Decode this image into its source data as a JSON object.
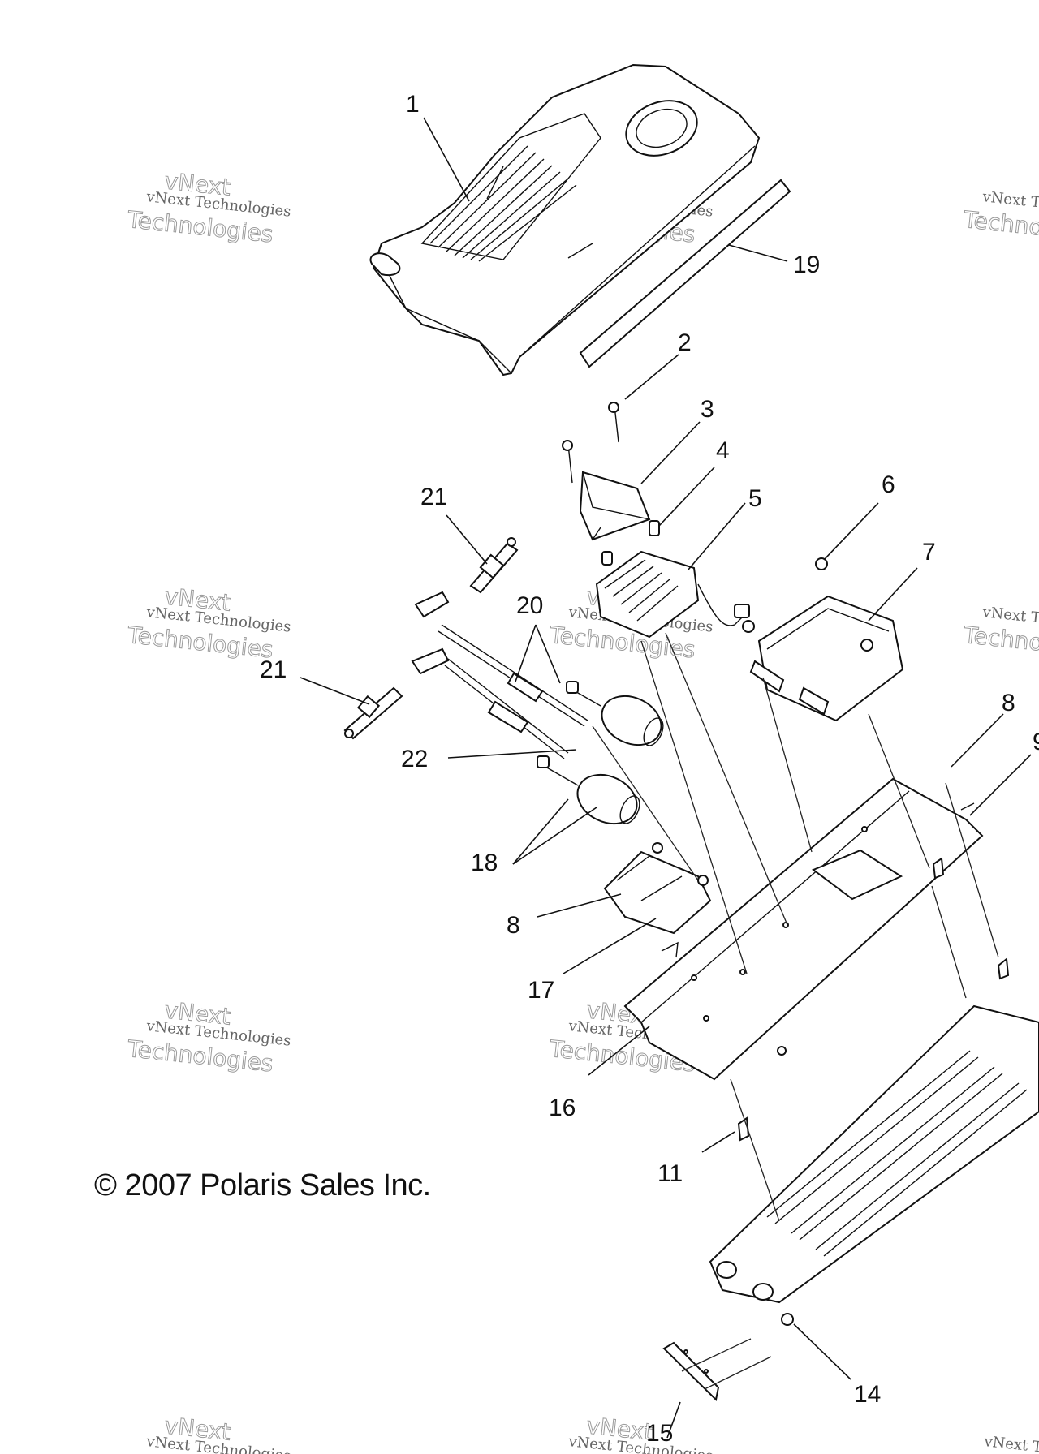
{
  "copyright": "© 2007 Polaris Sales Inc.",
  "watermark": {
    "line1": "vNext Technologies",
    "line2": "vNext",
    "line3": "Technologies"
  },
  "callouts": [
    "1",
    "19",
    "2",
    "3",
    "4",
    "5",
    "6",
    "7",
    "21",
    "20",
    "21",
    "22",
    "8",
    "9",
    "18",
    "8",
    "17",
    "16",
    "11",
    "14",
    "15"
  ]
}
